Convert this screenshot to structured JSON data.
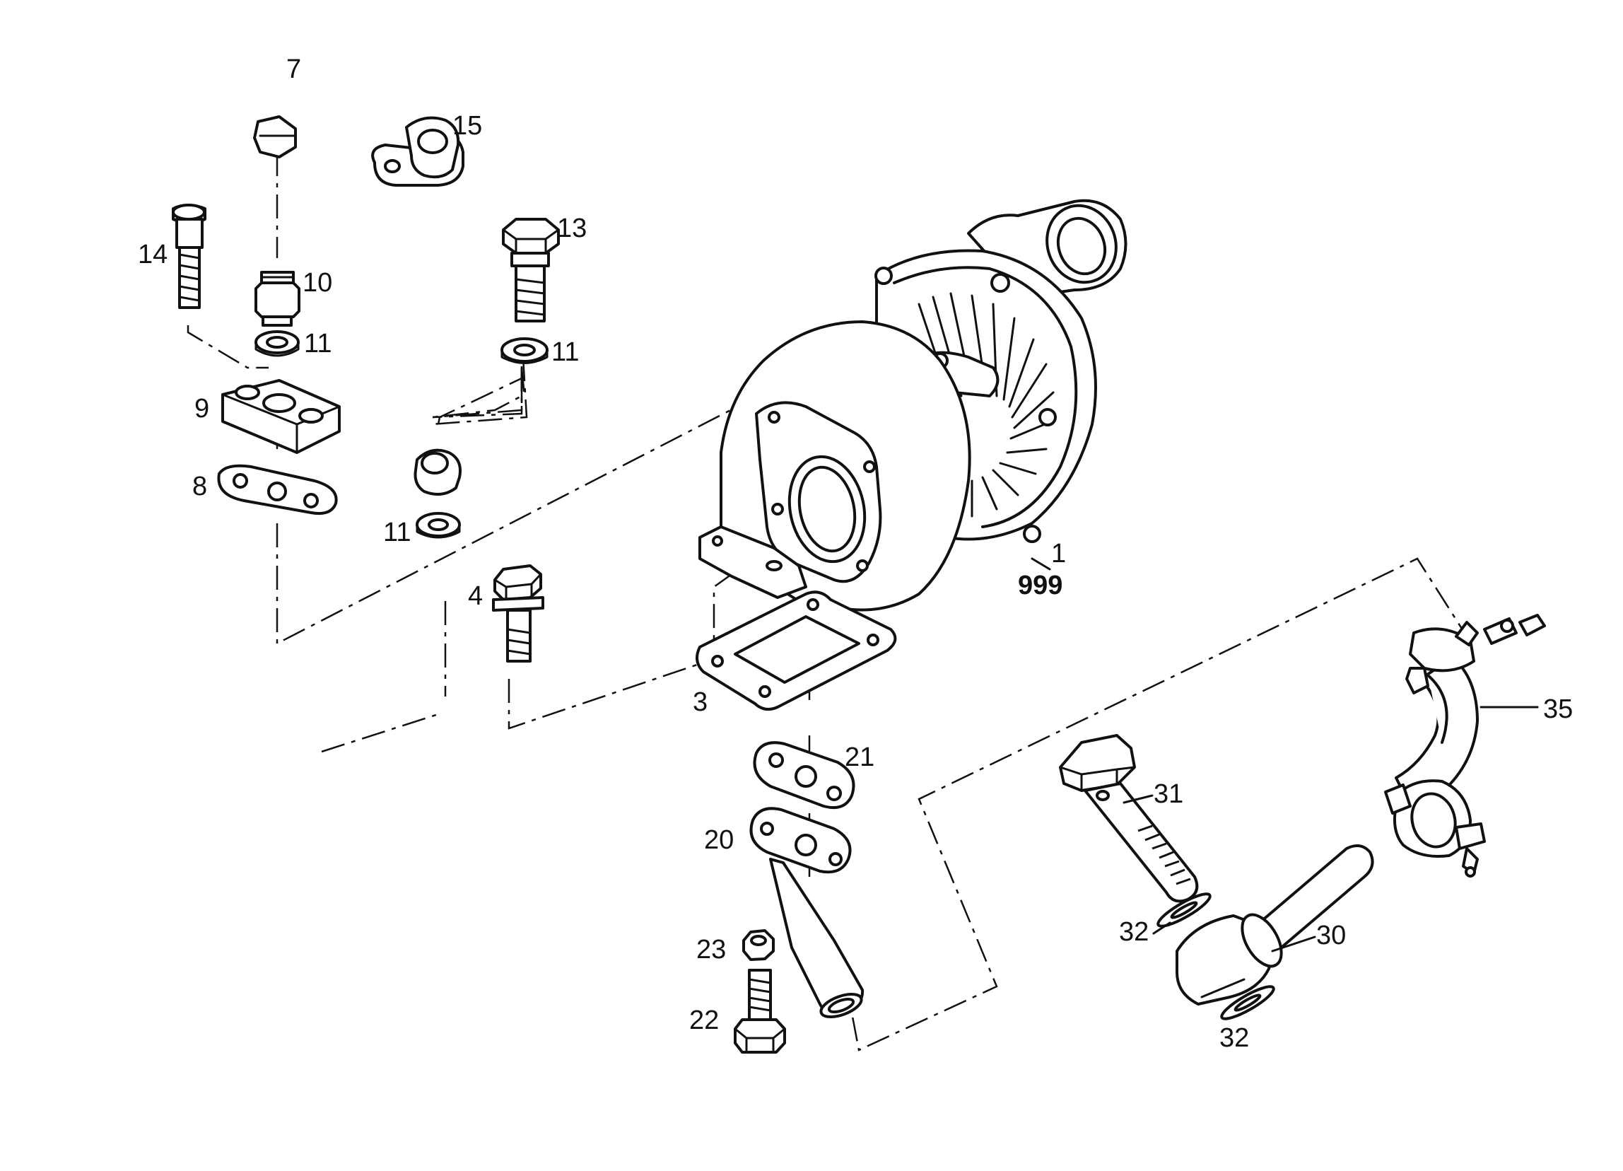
{
  "callouts": {
    "c1": "1",
    "c999": "999",
    "c3": "3",
    "c4": "4",
    "c7": "7",
    "c8": "8",
    "c9": "9",
    "c10": "10",
    "c11a": "11",
    "c11b": "11",
    "c11c": "11",
    "c13": "13",
    "c14": "14",
    "c15": "15",
    "c20": "20",
    "c21": "21",
    "c22": "22",
    "c23": "23",
    "c30": "30",
    "c31": "31",
    "c32a": "32",
    "c32b": "32",
    "c35": "35"
  },
  "colors": {
    "line": "#111111",
    "background": "#ffffff"
  }
}
